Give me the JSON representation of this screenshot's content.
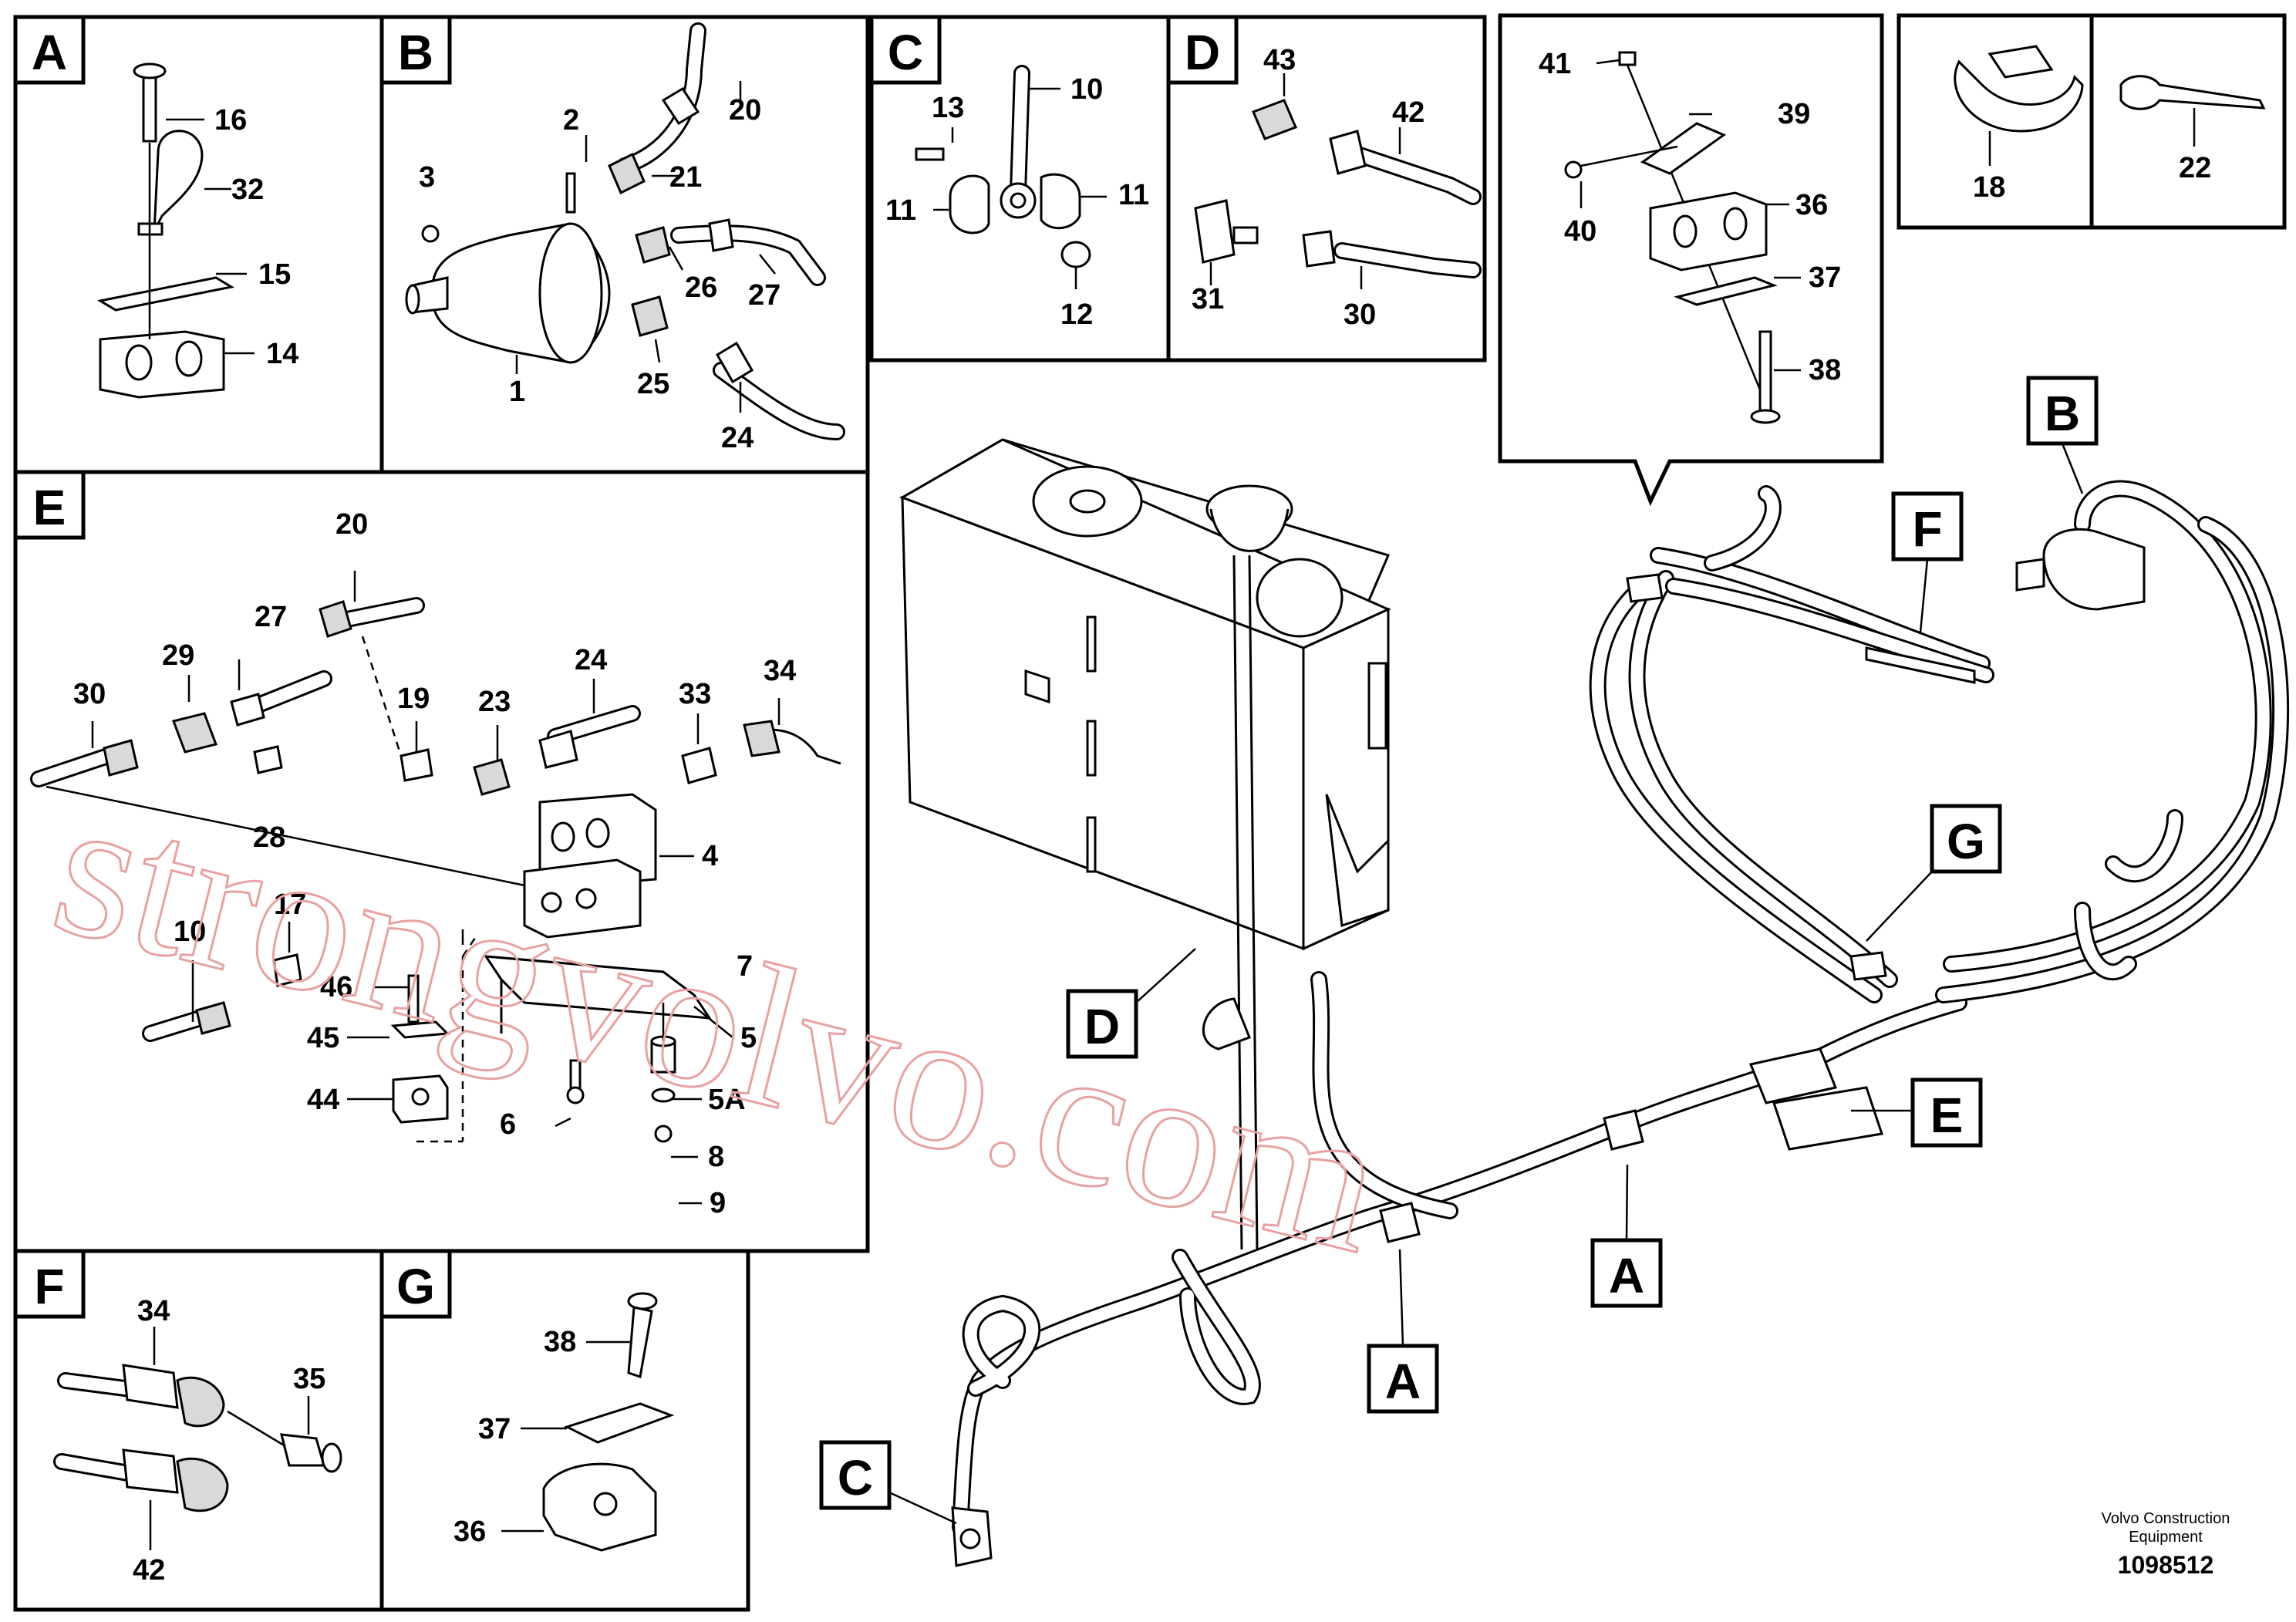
{
  "panels": {
    "A": {
      "tag": "A",
      "labels": [
        "16",
        "32",
        "15",
        "14"
      ]
    },
    "B": {
      "tag": "B",
      "labels": [
        "2",
        "3",
        "20",
        "21",
        "26",
        "27",
        "25",
        "24",
        "1"
      ]
    },
    "C": {
      "tag": "C",
      "labels": [
        "13",
        "10",
        "11",
        "11",
        "12"
      ]
    },
    "D": {
      "tag": "D",
      "labels": [
        "43",
        "42",
        "31",
        "30"
      ]
    },
    "E": {
      "tag": "E",
      "labels": [
        "20",
        "27",
        "29",
        "30",
        "24",
        "23",
        "19",
        "33",
        "34",
        "28",
        "4",
        "17",
        "10",
        "7",
        "46",
        "45",
        "5",
        "44",
        "5A",
        "6",
        "8",
        "9"
      ]
    },
    "F": {
      "tag": "F",
      "labels": [
        "34",
        "35",
        "42"
      ]
    },
    "G": {
      "tag": "G",
      "labels": [
        "38",
        "37",
        "36"
      ]
    },
    "top": {
      "labels": [
        "41",
        "39",
        "40",
        "36",
        "37",
        "38"
      ]
    },
    "clips": {
      "labels": [
        "18",
        "22"
      ]
    }
  },
  "callouts": [
    "B",
    "F",
    "G",
    "E",
    "A",
    "A",
    "C",
    "D"
  ],
  "watermark": "strongvolvo.com",
  "footer": {
    "line1": "Volvo Construction",
    "line2": "Equipment",
    "code": "1098512"
  }
}
